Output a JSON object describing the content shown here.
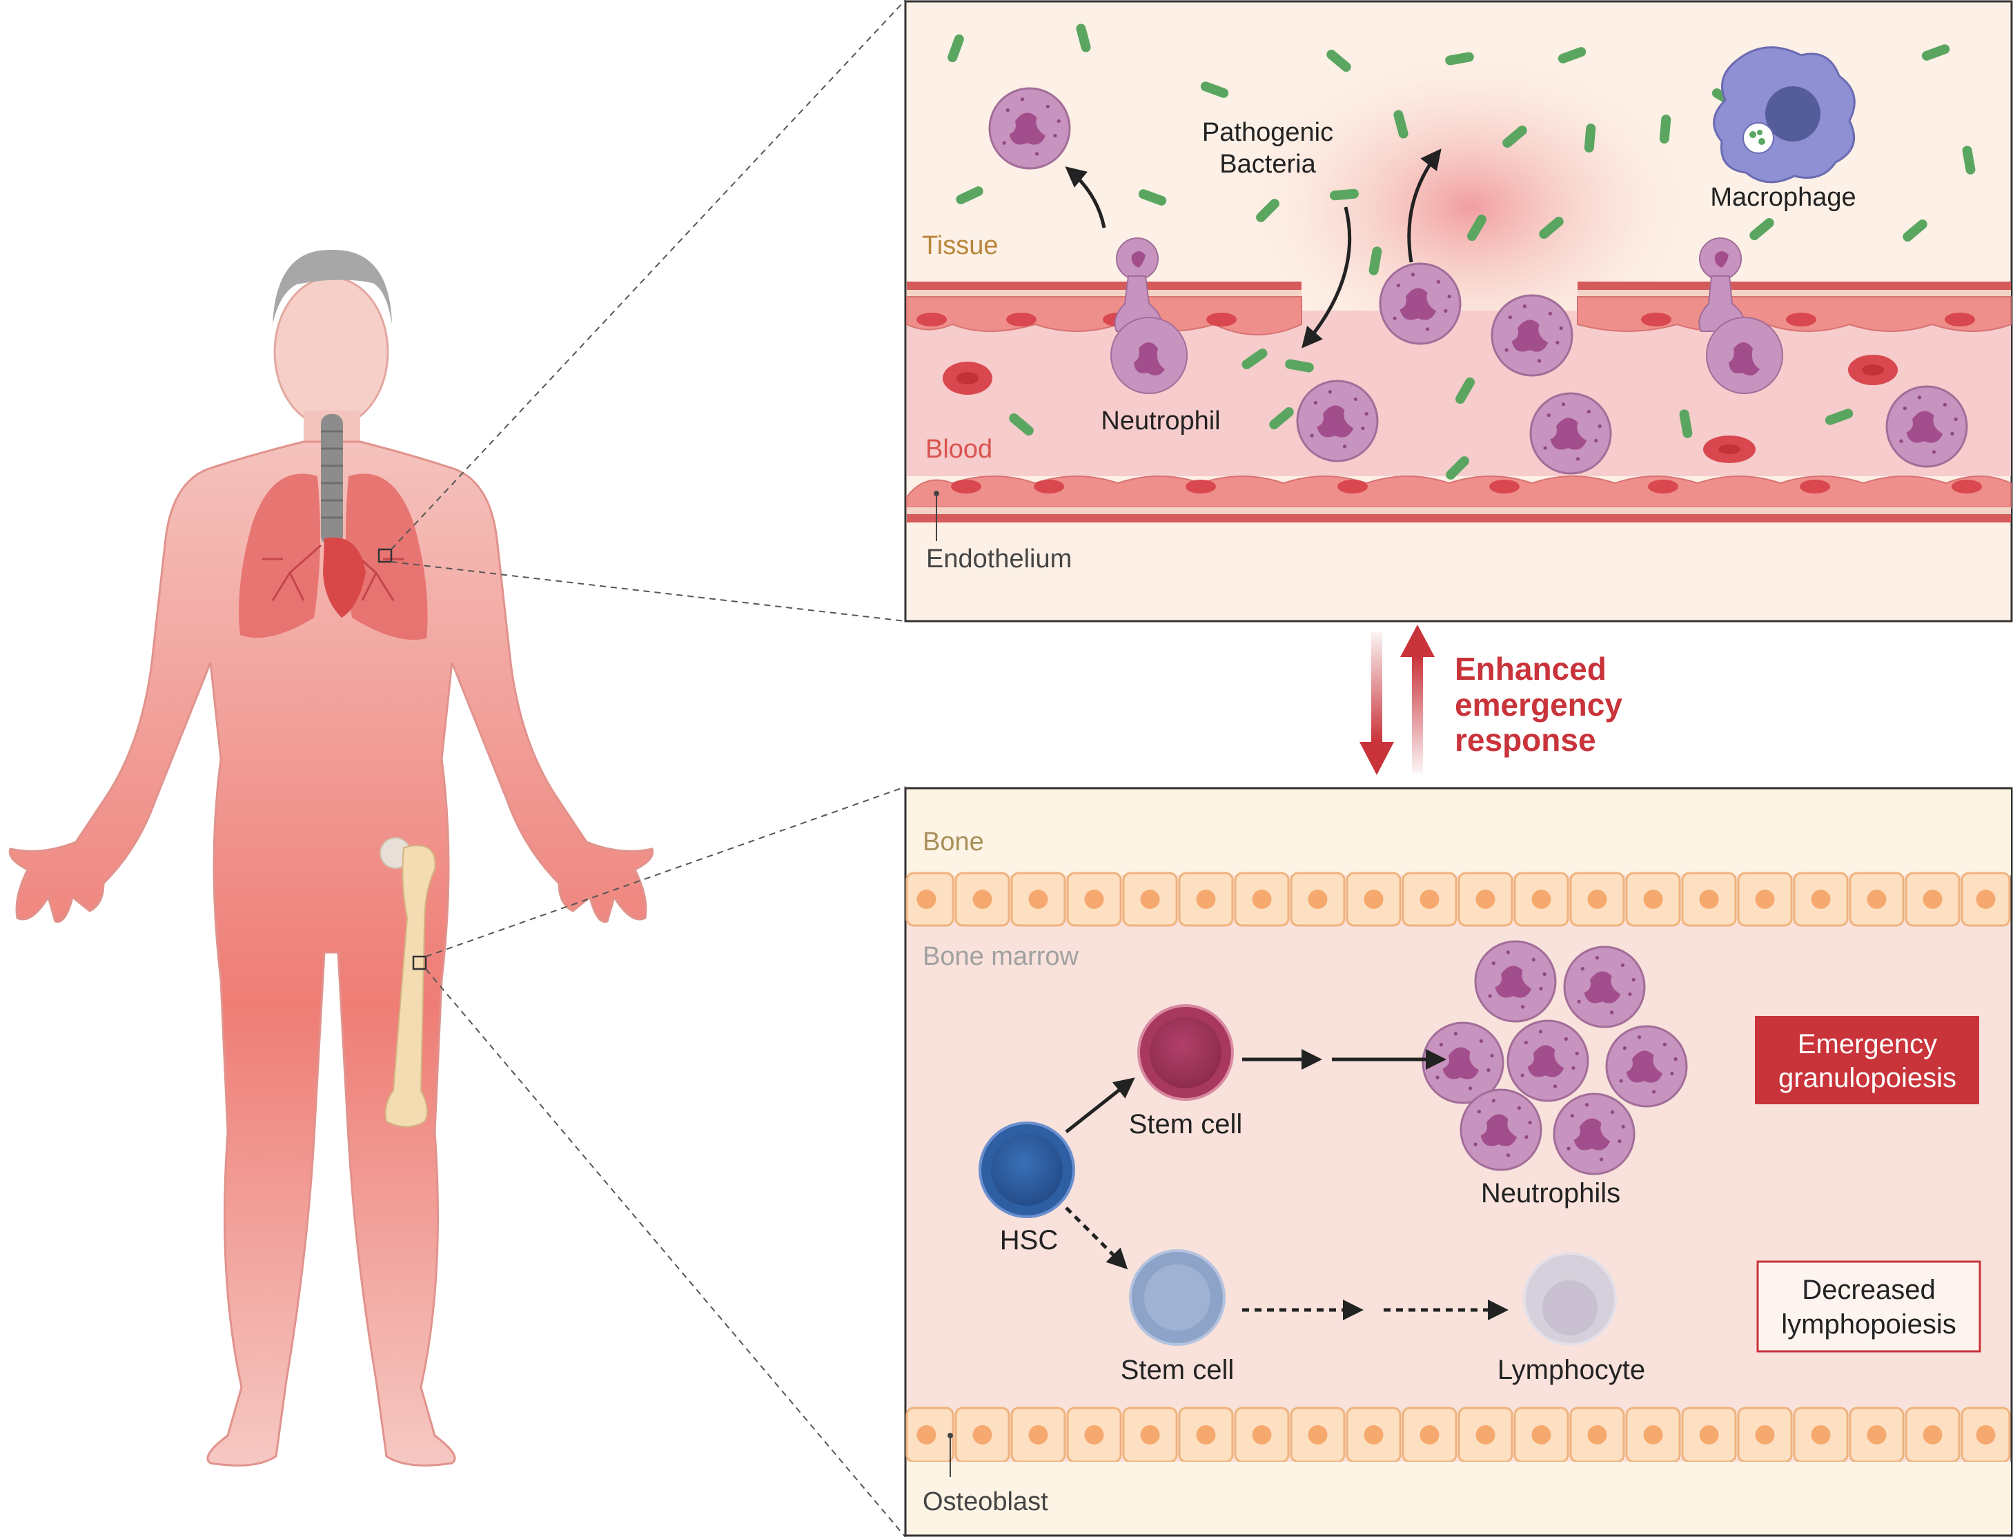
{
  "colors": {
    "text_dark": "#222222",
    "tissue_label": "#b8863b",
    "blood_label": "#d9534f",
    "bone_label": "#a8905a",
    "marrow_label": "#a0a0a0",
    "accent_red": "#c9333a",
    "bacteria": "#5aa660",
    "neutrophil": "#c793bf",
    "hsc_blue": "#2f5fa3",
    "stem_red": "#a8385e",
    "stem_pale_blue": "#8ea3c8",
    "lymphocyte_pale": "#d6d0dc"
  },
  "icons": [
    "human-body-icon",
    "lung-icon",
    "femur-icon",
    "bacterium-icon",
    "neutrophil-icon",
    "macrophage-icon",
    "red-blood-cell-icon",
    "endothelial-cell-icon",
    "osteoblast-icon",
    "hsc-icon",
    "stem-cell-icon",
    "lymphocyte-icon"
  ],
  "tissue_panel": {
    "tissue_label": "Tissue",
    "blood_label": "Blood",
    "endothelium_label": "Endothelium",
    "bacteria_label_line1": "Pathogenic",
    "bacteria_label_line2": "Bacteria",
    "macrophage_label": "Macrophage",
    "neutrophil_label": "Neutrophil"
  },
  "middle": {
    "response_line1": "Enhanced",
    "response_line2": "emergency",
    "response_line3": "response"
  },
  "marrow_panel": {
    "bone_label": "Bone",
    "marrow_label": "Bone marrow",
    "hsc_label": "HSC",
    "stem_cell_top_label": "Stem cell",
    "stem_cell_bottom_label": "Stem cell",
    "neutrophils_label": "Neutrophils",
    "lymphocyte_label": "Lymphocyte",
    "osteoblast_label": "Osteoblast",
    "granulopoiesis_line1": "Emergency",
    "granulopoiesis_line2": "granulopoiesis",
    "lymphopoiesis_line1": "Decreased",
    "lymphopoiesis_line2": "lymphopoiesis"
  }
}
